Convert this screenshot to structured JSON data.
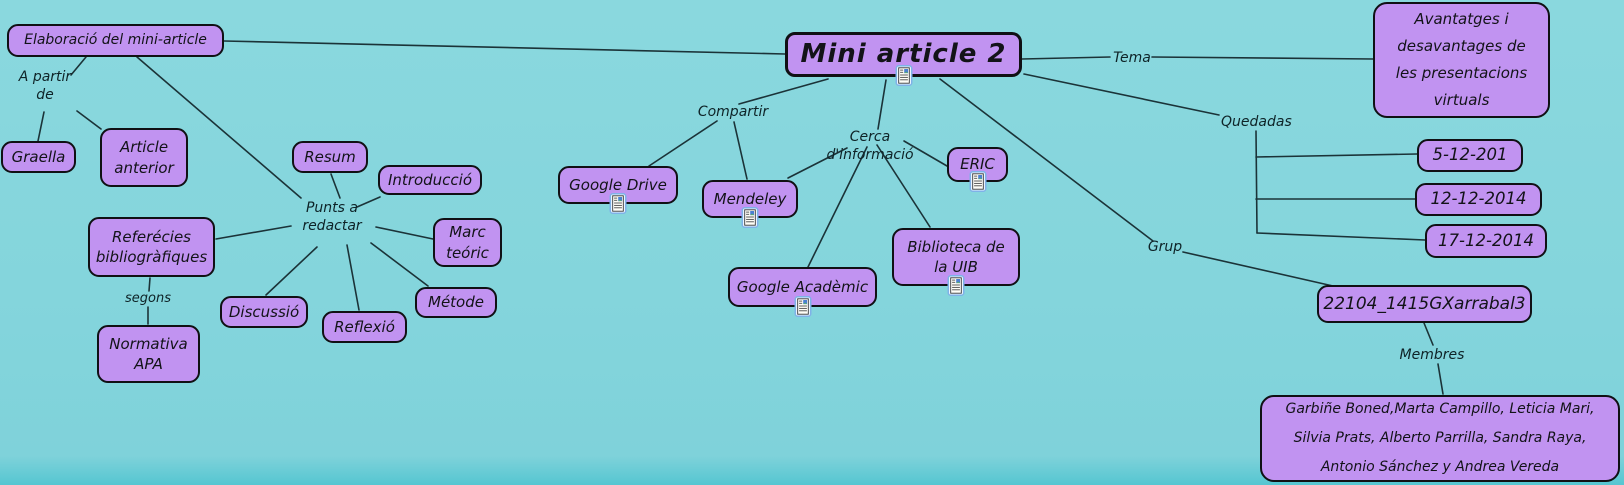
{
  "title": "Mini article 2",
  "colors": {
    "background": "#82d4db",
    "node_fill": "#c193f1",
    "node_border": "#101014",
    "line": "#1b3338"
  },
  "root": {
    "label": "Mini article 2"
  },
  "nodes": {
    "elaboracio": "Elaboració del mini-article",
    "graella": "Graella",
    "article_anterior": "Article\nanterior",
    "resum": "Resum",
    "introduccio": "Introducció",
    "referencies": "Referécies\nbibliogràfiques",
    "marc_teoric": "Marc\nteóric",
    "discussio": "Discussió",
    "reflexio": "Reflexió",
    "metode": "Métode",
    "normativa_apa": "Normativa\nAPA",
    "google_drive": "Google Drive",
    "mendeley": "Mendeley",
    "eric": "ERIC",
    "google_academic": "Google Acadèmic",
    "biblioteca_uib": "Biblioteca de\nla UIB",
    "avantatges": "Avantatges i\ndesavantages de\nles presentacions\nvirtuals",
    "quedada_1": "5-12-201",
    "quedada_2": "12-12-2014",
    "quedada_3": "17-12-2014",
    "grup_codi": "22104_1415GXarrabal3",
    "membres_noms": "Garbiñe Boned,Marta Campillo, Leticia Mari,\nSilvia Prats, Alberto Parrilla, Sandra Raya,\nAntonio Sánchez y Andrea Vereda"
  },
  "labels": {
    "a_partir_de": "A partir\nde",
    "segons": "segons",
    "punts_a_redactar": "Punts a\nredactar",
    "compartir": "Compartir",
    "cerca_informacio": "Cerca d'informació",
    "tema": "Tema",
    "quedadas": "Quedadas",
    "grup": "Grup",
    "membres": "Membres"
  },
  "icons": {
    "note": "note-icon"
  }
}
